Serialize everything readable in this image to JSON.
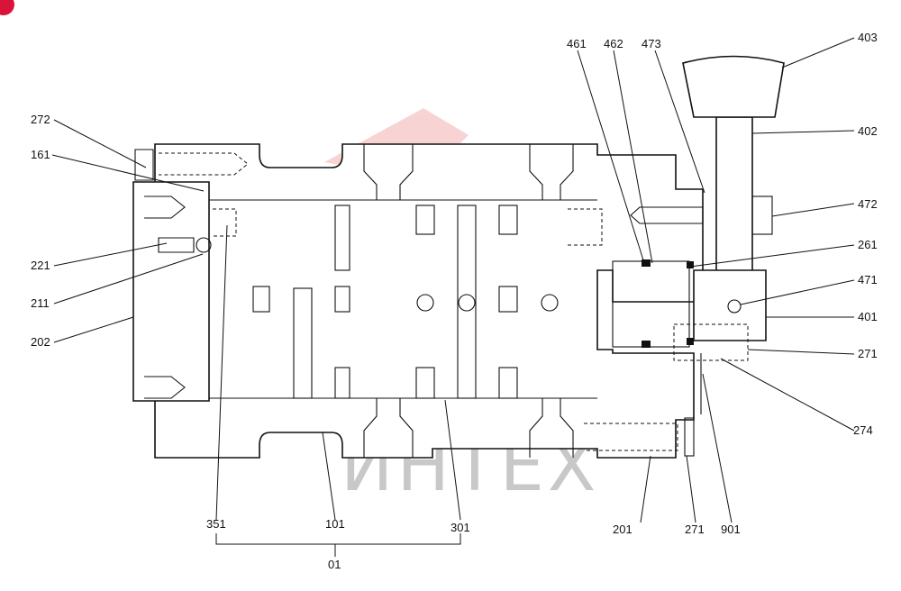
{
  "watermark": {
    "text": "ИНТЕХ",
    "logo_color": "#e23b3b"
  },
  "corner_badge": {
    "color": "#d9143a"
  },
  "labels": {
    "p272a": "272",
    "p161": "161",
    "p221": "221",
    "p211": "211",
    "p202": "202",
    "p351": "351",
    "p101": "101",
    "p301": "301",
    "p01": "01",
    "p461": "461",
    "p462": "462",
    "p473": "473",
    "p403": "403",
    "p402": "402",
    "p472": "472",
    "p261": "261",
    "p471": "471",
    "p401": "401",
    "p271a": "271",
    "p274": "274",
    "p201": "201",
    "p271b": "271",
    "p901": "901"
  }
}
